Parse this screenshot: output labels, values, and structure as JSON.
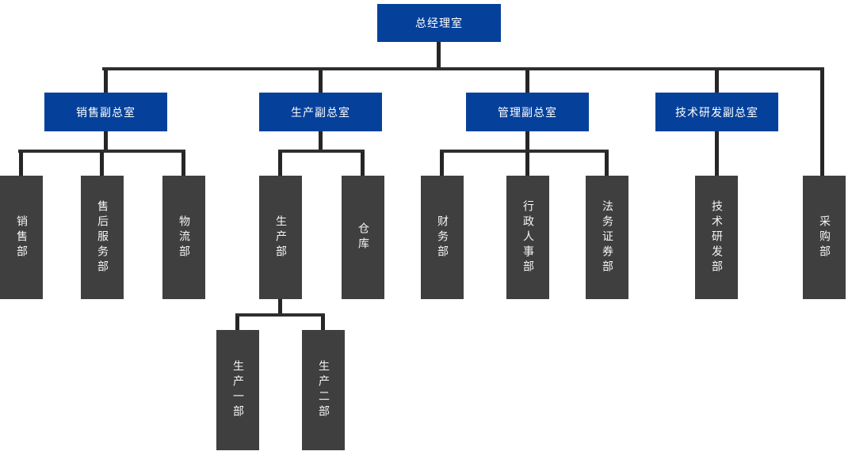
{
  "org": {
    "root": {
      "label": "总经理室",
      "children": [
        {
          "label": "销售副总室",
          "children": [
            {
              "label": "销售部"
            },
            {
              "label": "售后服务部"
            },
            {
              "label": "物流部"
            }
          ]
        },
        {
          "label": "生产副总室",
          "children": [
            {
              "label": "生产部",
              "children": [
                {
                  "label": "生产一部"
                },
                {
                  "label": "生产二部"
                }
              ]
            },
            {
              "label": "仓库"
            }
          ]
        },
        {
          "label": "管理副总室",
          "children": [
            {
              "label": "财务部"
            },
            {
              "label": "行政人事部"
            },
            {
              "label": "法务证券部"
            }
          ]
        },
        {
          "label": "技术研发副总室",
          "children": [
            {
              "label": "技术研发部"
            }
          ]
        },
        {
          "label": "采购部"
        }
      ]
    }
  },
  "colors": {
    "executive_box": "#05419B",
    "department_box": "#3F3F3F",
    "connector": "#262626",
    "text": "#FFFFFF",
    "background": "#FFFFFF"
  }
}
